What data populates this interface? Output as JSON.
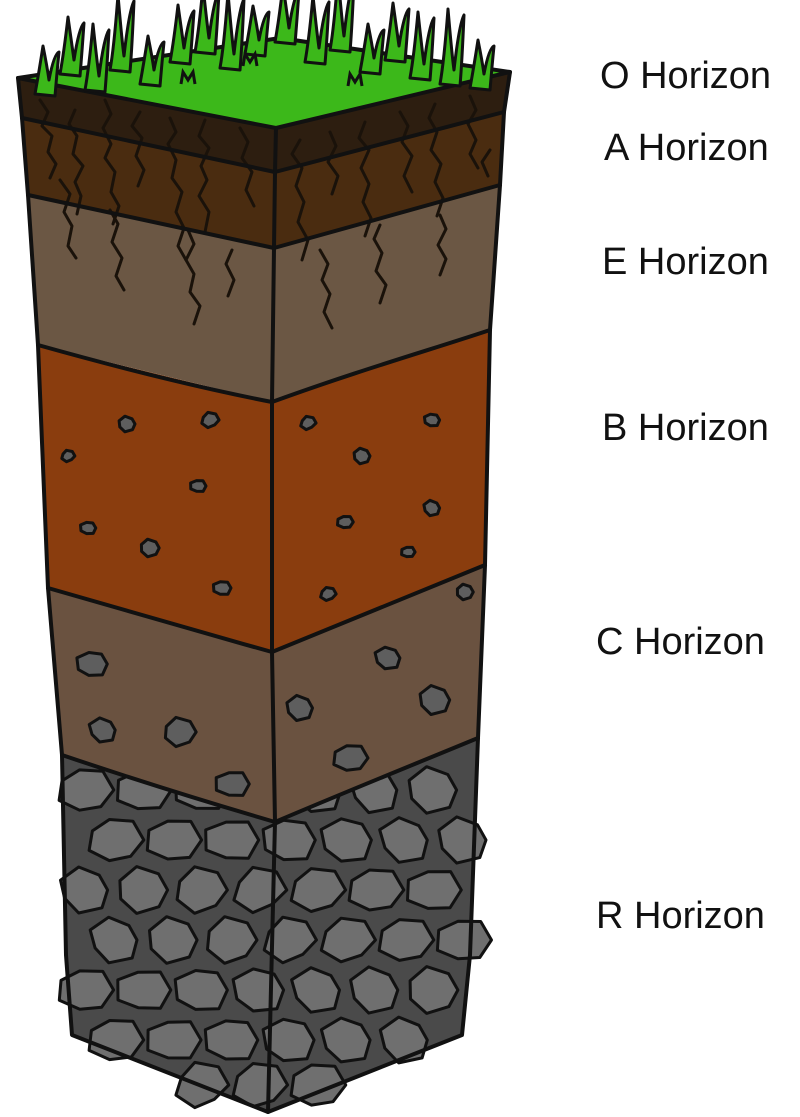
{
  "labels": {
    "o": "O Horizon",
    "a": "A Horizon",
    "e": "E Horizon",
    "b": "B Horizon",
    "c": "C Horizon",
    "r": "R Horizon"
  },
  "colors": {
    "grass": "#3cb81a",
    "grass_dark": "#2a8a12",
    "o_horizon": "#2d1e10",
    "a_horizon": "#4a2c10",
    "e_horizon": "#6b5744",
    "b_horizon": "#8a3d0e",
    "c_horizon": "#6a5240",
    "r_horizon": "#4a4a4a",
    "pebble": "#5e5e5e",
    "stone": "#6f6f6f"
  }
}
